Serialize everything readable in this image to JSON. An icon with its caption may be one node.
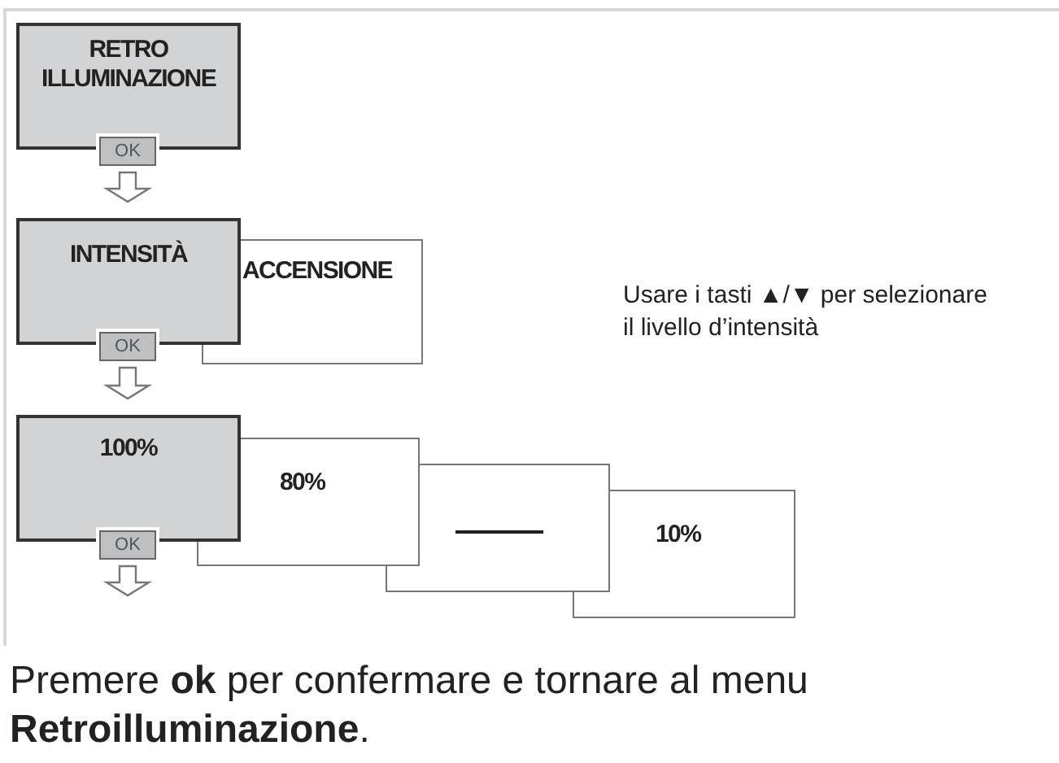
{
  "diagram": {
    "caption": "Premere **ok** per confermare e tornare al menu **Retroilluminazione**.",
    "nodes": [
      {
        "text": [
          "RETRO ILLUMINAZIONE"
        ]
      },
      {
        "text": [
          "OK"
        ]
      },
      {
        "text": [
          "INTENSITÀ"
        ]
      },
      {
        "text": [
          "ACCENSIONE"
        ]
      },
      {
        "text": [
          "OK"
        ]
      },
      {
        "text": [
          "100%"
        ]
      },
      {
        "text": [
          "80%"
        ]
      },
      {
        "text": [],
        "shape": "box"
      },
      {
        "text": [
          "10%"
        ]
      },
      {
        "text": [
          "OK"
        ]
      }
    ],
    "edges": [
      {
        "from": 1,
        "to": 2,
        "arrow": "to"
      },
      {
        "from": 4,
        "to": 5,
        "arrow": "to"
      },
      {
        "from": 9,
        "to": null,
        "arrow": "to"
      }
    ],
    "labels": [
      "Usare i tasti ▲/▼ per selezionare il livello d’intensità"
    ]
  }
}
